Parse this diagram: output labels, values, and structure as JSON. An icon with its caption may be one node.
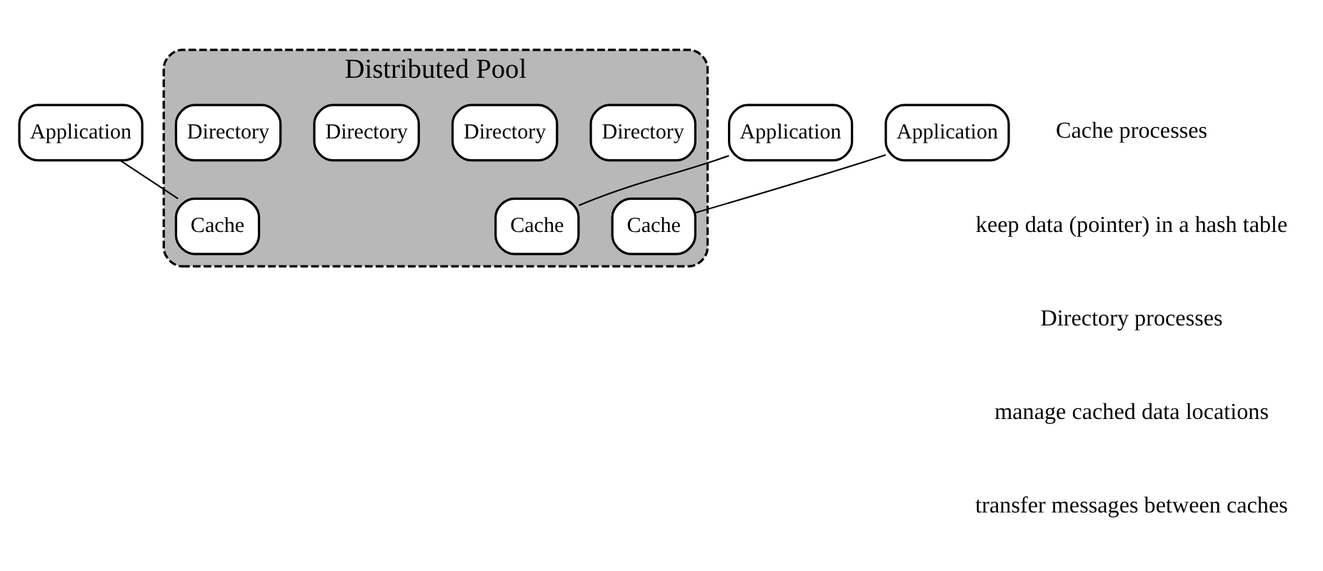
{
  "diagram": {
    "nodes": [
      {
        "text": [
          "Application"
        ]
      },
      {
        "text": [
          "Distributed Pool"
        ]
      },
      {
        "text": [
          "Cache"
        ],
        "in": 1
      },
      {
        "text": [
          "Directory"
        ],
        "in": 1
      },
      {
        "text": [
          "Directory"
        ],
        "in": 1
      },
      {
        "text": [
          "Directory"
        ],
        "in": 1
      },
      {
        "text": [
          "Directory"
        ],
        "in": 1
      },
      {
        "text": [
          "Cache"
        ],
        "in": 1
      },
      {
        "text": [
          "Cache"
        ],
        "in": 1
      },
      {
        "text": [
          "Application"
        ]
      },
      {
        "text": [
          "Application"
        ]
      }
    ],
    "edges": [
      {
        "from": 0,
        "to": 2,
        "arrow": "none"
      },
      {
        "from": 9,
        "to": 7,
        "arrow": "none"
      },
      {
        "from": 10,
        "to": 8,
        "arrow": "none"
      }
    ],
    "labels": [
      "Cache processes",
      "keep data (pointer) in a hash table",
      "Directory processes",
      "manage cached data locations",
      "transfer messages between caches"
    ]
  }
}
